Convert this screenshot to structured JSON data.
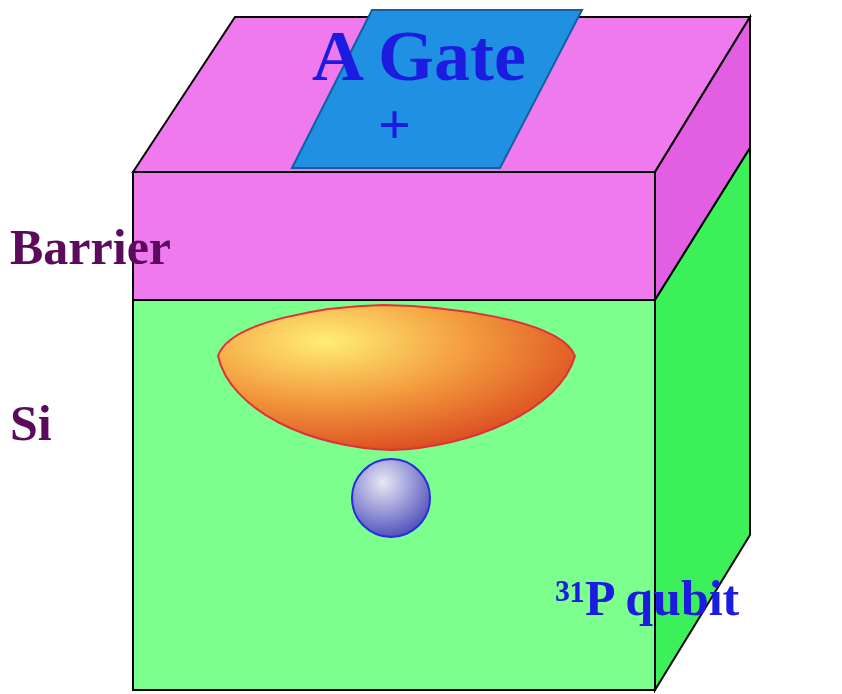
{
  "diagram": {
    "nodes": [
      {
        "text": [
          "A Gate",
          "+"
        ]
      }
    ],
    "labels": [
      "Barrier",
      "Si",
      "³¹P qubit"
    ]
  }
}
